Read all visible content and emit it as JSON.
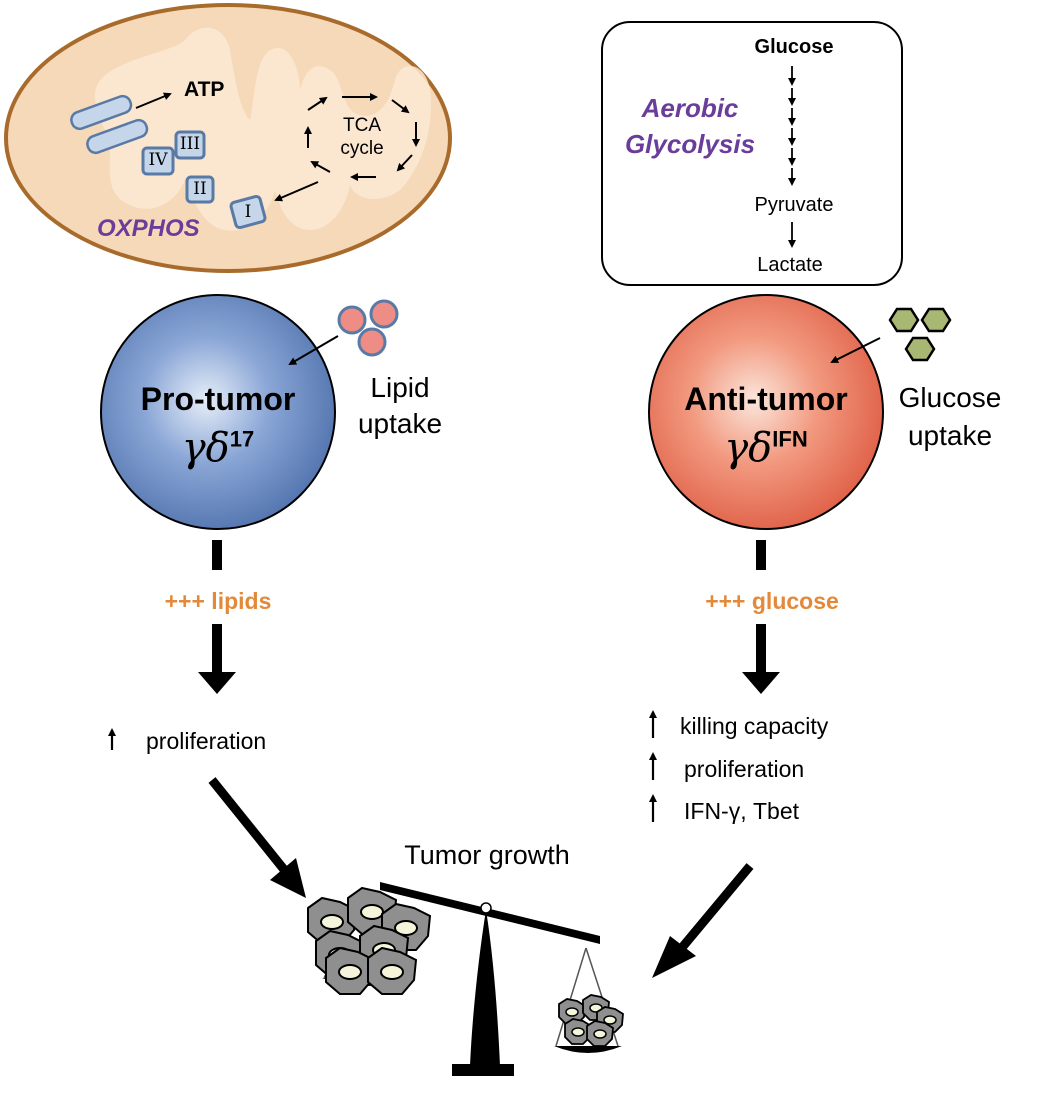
{
  "mito": {
    "atp": "ATP",
    "tca_line1": "TCA",
    "tca_line2": "cycle",
    "complex_labels": [
      "I",
      "II",
      "III",
      "IV"
    ],
    "oxphos": "OXPHOS"
  },
  "glycolysis": {
    "glucose": "Glucose",
    "aerobic": "Aerobic",
    "glycolysis": "Glycolysis",
    "pyruvate": "Pyruvate",
    "lactate": "Lactate"
  },
  "left_cell": {
    "title": "Pro-tumor",
    "symbol": "γδ",
    "superscript": "17",
    "uptake_line1": "Lipid",
    "uptake_line2": "uptake",
    "fuel": "+++ lipids",
    "effect": "proliferation"
  },
  "right_cell": {
    "title": "Anti-tumor",
    "symbol": "γδ",
    "superscript": "IFN",
    "uptake_line1": "Glucose",
    "uptake_line2": "uptake",
    "fuel": "+++ glucose",
    "effects": [
      "killing capacity",
      "proliferation",
      "IFN-γ, Tbet"
    ]
  },
  "balance": {
    "title": "Tumor growth"
  },
  "colors": {
    "mito_fill": "#f5d9b8",
    "mito_stroke": "#a86b2c",
    "complex_fill": "#c6d6ea",
    "complex_stroke": "#5a7aa6",
    "left_cell": "#5b7fbd",
    "right_cell": "#e56e54",
    "lipid": "#ee8c86",
    "glucose": "#a8b873",
    "accent_orange": "#e38a3a",
    "accent_purple": "#6a3d9a",
    "tumor": "#8f8f8f"
  }
}
